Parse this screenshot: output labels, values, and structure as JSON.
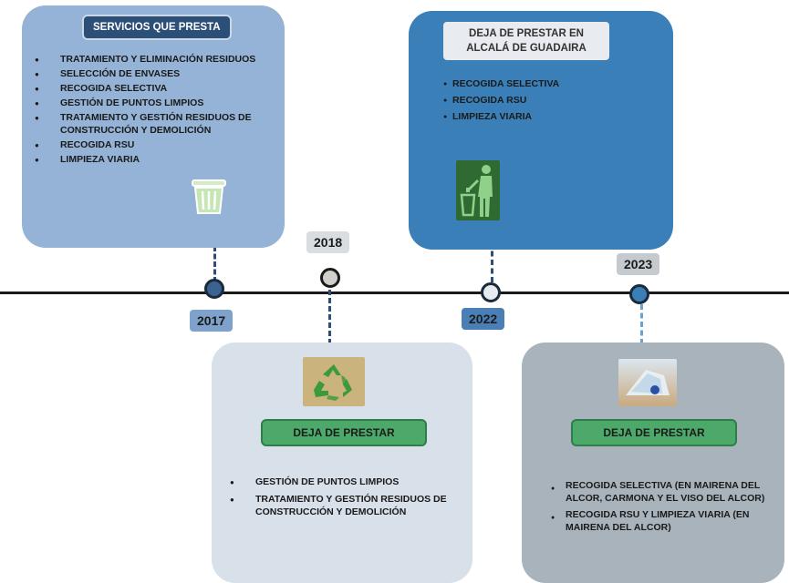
{
  "timeline": {
    "years": [
      "2017",
      "2018",
      "2022",
      "2023"
    ]
  },
  "cards": {
    "services": {
      "title": "SERVICIOS QUE PRESTA",
      "items": [
        "TRATAMIENTO Y ELIMINACIÓN RESIDUOS",
        "SELECCIÓN DE ENVASES",
        "RECOGIDA SELECTIVA",
        "GESTIÓN DE PUNTOS LIMPIOS",
        "TRATAMIENTO Y GESTIÓN  RESIDUOS DE CONSTRUCCIÓN Y DEMOLICIÓN",
        "RECOGIDA RSU",
        "LIMPIEZA VIARIA"
      ]
    },
    "alcala": {
      "title": "DEJA DE PRESTAR EN ALCALÁ DE GUADAIRA",
      "items": [
        "RECOGIDA SELECTIVA",
        "RECOGIDA RSU",
        "LIMPIEZA VIARIA"
      ]
    },
    "y2018": {
      "title": "DEJA DE PRESTAR",
      "items": [
        "GESTIÓN DE PUNTOS LIMPIOS",
        "TRATAMIENTO Y GESTIÓN RESIDUOS DE CONSTRUCCIÓN Y DEMOLICIÓN"
      ]
    },
    "y2023": {
      "title": "DEJA DE PRESTAR",
      "items": [
        "RECOGIDA SELECTIVA  (EN MAIRENA DEL ALCOR, CARMONA Y EL VISO DEL ALCOR)",
        "RECOGIDA RSU Y LIMPIEZA VIARIA (EN MAIRENA DEL ALCOR)"
      ]
    }
  },
  "icons": [
    "trash-bin-icon",
    "trash-disposal-figure-icon",
    "recycle-icon",
    "plastic-bottle-icon"
  ],
  "colors": {
    "services_card": "#94b3d6",
    "alcala_card": "#3a7fb7",
    "card_2018": "#d8e0ea",
    "card_2023": "#a8b3bb",
    "green_label": "#4da96a"
  }
}
